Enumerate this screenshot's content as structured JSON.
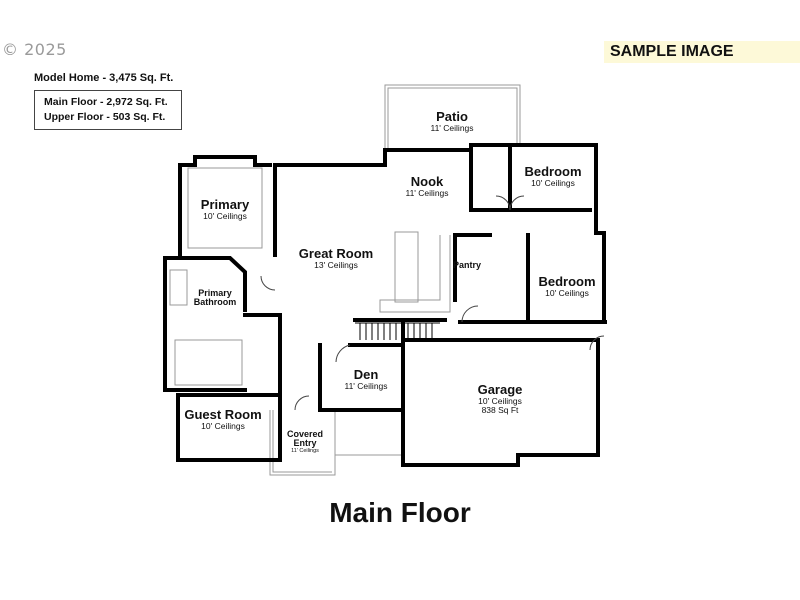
{
  "copyright": "© 2025",
  "watermark": "SAMPLE IMAGE",
  "summary": {
    "total": "Model Home - 3,475 Sq. Ft.",
    "main_floor": "Main Floor - 2,972 Sq. Ft.",
    "upper_floor": "Upper Floor - 503 Sq. Ft."
  },
  "rooms": {
    "patio": {
      "name": "Patio",
      "ceiling": "11' Ceilings"
    },
    "nook": {
      "name": "Nook",
      "ceiling": "11' Ceilings"
    },
    "bedroom_top": {
      "name": "Bedroom",
      "ceiling": "10' Ceilings"
    },
    "bedroom_right": {
      "name": "Bedroom",
      "ceiling": "10' Ceilings"
    },
    "primary": {
      "name": "Primary",
      "ceiling": "10' Ceilings"
    },
    "great_room": {
      "name": "Great Room",
      "ceiling": "13' Ceilings"
    },
    "pantry": {
      "name": "Pantry"
    },
    "primary_bath": {
      "name": "Primary Bathroom"
    },
    "den": {
      "name": "Den",
      "ceiling": "11' Ceilings"
    },
    "garage": {
      "name": "Garage",
      "ceiling": "10' Ceilings",
      "area": "838 Sq Ft"
    },
    "guest_room": {
      "name": "Guest Room",
      "ceiling": "10' Ceilings"
    },
    "covered_entry": {
      "name": "Covered Entry",
      "ceiling": "11' Ceilings"
    }
  },
  "floor_title": "Main Floor"
}
